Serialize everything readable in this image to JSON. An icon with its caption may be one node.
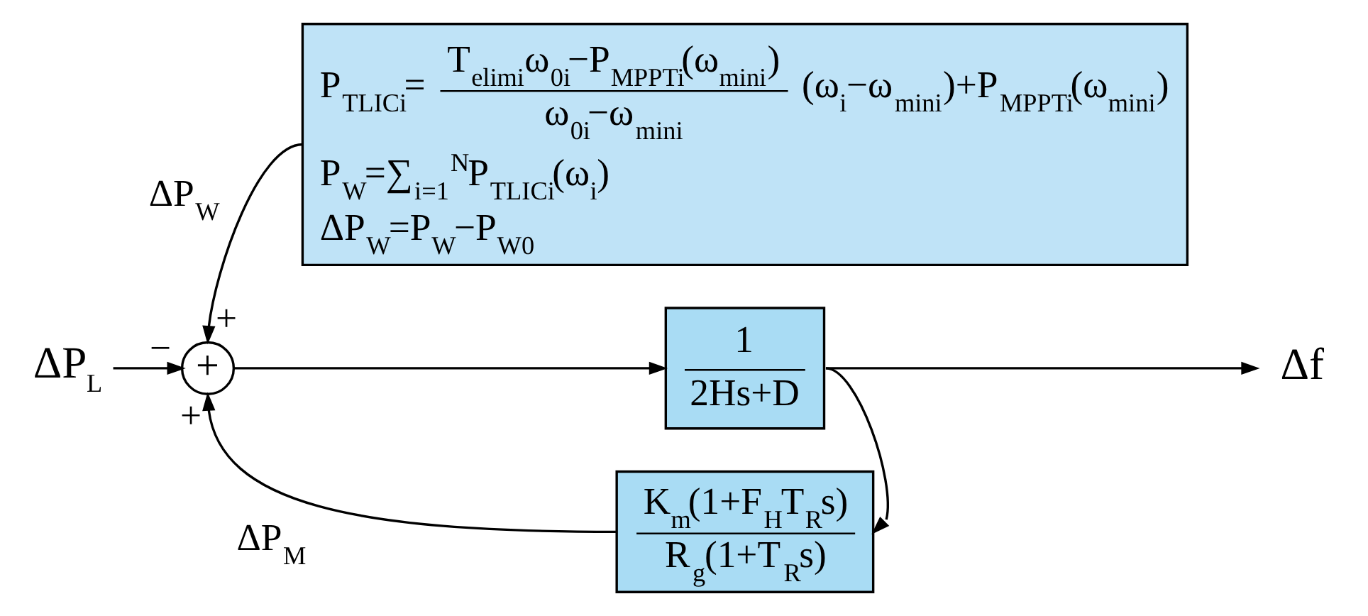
{
  "diagram": {
    "nodes": [
      {
        "text": [
          "P$_{TLICi}$=",
          "T$_{elimi}$ω$_{0i}$−P$_{MPPTi}$(ω$_{mini}$)",
          "ω$_{0i}$−ω$_{mini}$",
          "(ω$_{i}$−ω$_{mini}$)+P$_{MPPTi}$(ω$_{mini}$)",
          "P$_{W}$=∑$_{i=1}$$^{N}$P$_{TLICi}$(ω$_{i}$)",
          "ΔP$_{W}$=P$_{W}$−P$_{W0}$"
        ]
      },
      {
        "text": [
          "ΔP$_{L}$"
        ]
      },
      {
        "text": [
          "+"
        ],
        "beside": [
          "+",
          "−",
          "+"
        ]
      },
      {
        "text": [
          "1",
          "2Hs+D"
        ]
      },
      {
        "text": [
          "Δf"
        ]
      },
      {
        "text": [
          "K$_{m}$(1+F$_{H}$T$_{R}$s)",
          "R$_{g}$(1+T$_{R}$s)"
        ]
      }
    ],
    "edges": [
      {
        "from": 0,
        "to": 2,
        "arrow": "to",
        "label": "ΔP$_{W}$"
      },
      {
        "from": 1,
        "to": 2,
        "arrow": "to"
      },
      {
        "from": 2,
        "to": 3,
        "arrow": "to"
      },
      {
        "from": 3,
        "to": 4,
        "arrow": "to"
      },
      {
        "from": 3,
        "to": 5,
        "arrow": "to"
      },
      {
        "from": 5,
        "to": 2,
        "arrow": "to",
        "label": "ΔP$_{M}$"
      }
    ]
  }
}
